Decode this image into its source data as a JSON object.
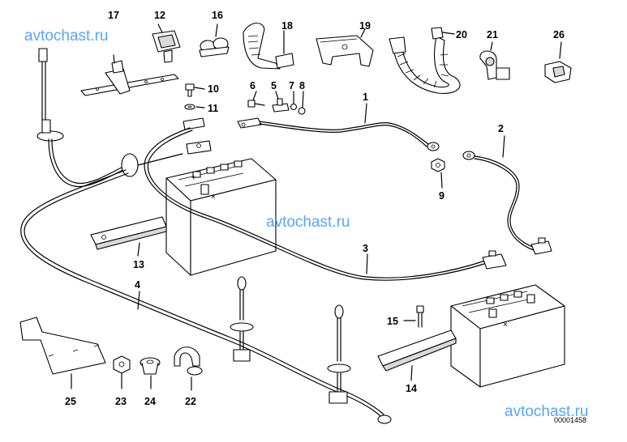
{
  "watermark": "avtochast.ru",
  "diagram_code": "00001458",
  "parts": {
    "p1": "1",
    "p2": "2",
    "p3": "3",
    "p4": "4",
    "p5": "5",
    "p6": "6",
    "p7": "7",
    "p8": "8",
    "p9": "9",
    "p10": "10",
    "p11": "11",
    "p12": "12",
    "p13": "13",
    "p14": "14",
    "p15": "15",
    "p16": "16",
    "p17": "17",
    "p18": "18",
    "p19": "19",
    "p20": "20",
    "p21": "21",
    "p22": "22",
    "p23": "23",
    "p24": "24",
    "p25": "25",
    "p26": "26"
  }
}
